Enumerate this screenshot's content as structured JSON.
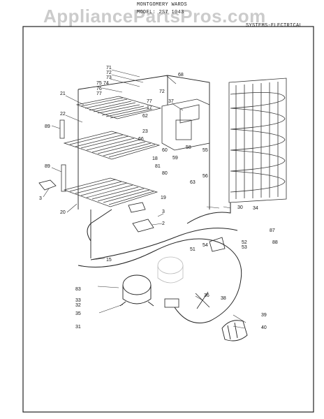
{
  "header": {
    "brand": "MONTGOMERY WARDS",
    "model": "MODEL: 2S7 1043",
    "section": "SYSTEMS-ELECTRICAL",
    "watermark": "AppliancePartsPros.com"
  },
  "parts": {
    "p71": "71",
    "p72a": "72",
    "p73": "73",
    "p75": "75",
    "p74": "74",
    "p76": "76",
    "p77a": "77",
    "p72b": "72",
    "p68": "68",
    "p21": "21",
    "p77b": "77",
    "p17": "17",
    "p37": "37",
    "p62": "62",
    "p22": "22",
    "p89a": "89",
    "p23": "23",
    "p66": "66",
    "p60": "60",
    "p59": "59",
    "p58": "58",
    "p55": "55",
    "p18": "18",
    "p81": "81",
    "p80": "80",
    "p56": "56",
    "p89b": "89",
    "p63": "63",
    "p3a": "3",
    "p19": "19",
    "p20": "20",
    "p3b": "3",
    "p2": "2",
    "p30": "30",
    "p34": "34",
    "p87": "87",
    "p52": "52",
    "p88": "88",
    "p51": "51",
    "p54": "54",
    "p53": "53",
    "p15": "15",
    "p83": "83",
    "p33": "33",
    "p32": "32",
    "p35": "35",
    "p36": "36",
    "p38": "38",
    "p31": "31",
    "p39": "39",
    "p40": "40"
  }
}
